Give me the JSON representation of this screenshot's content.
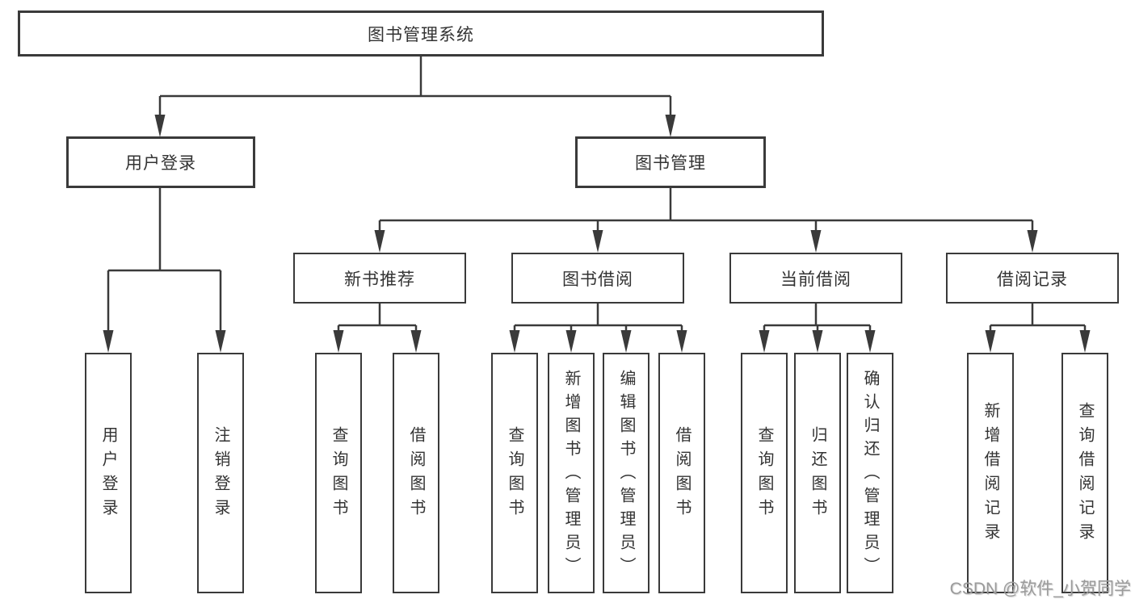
{
  "diagram": {
    "title": "图书管理系统",
    "colors": {
      "line": "#3a3a3a",
      "text": "#333333",
      "watermark": "#9b9b9b"
    },
    "tree": {
      "label": "图书管理系统",
      "children": [
        {
          "label": "用户登录",
          "children": [
            {
              "label": "用户登录"
            },
            {
              "label": "注销登录"
            }
          ]
        },
        {
          "label": "图书管理",
          "children": [
            {
              "label": "新书推荐",
              "children": [
                {
                  "label": "查询图书"
                },
                {
                  "label": "借阅图书"
                }
              ]
            },
            {
              "label": "图书借阅",
              "children": [
                {
                  "label": "查询图书"
                },
                {
                  "label": "新增图书（管理员）"
                },
                {
                  "label": "编辑图书（管理员）"
                },
                {
                  "label": "借阅图书"
                }
              ]
            },
            {
              "label": "当前借阅",
              "children": [
                {
                  "label": "查询图书"
                },
                {
                  "label": "归还图书"
                },
                {
                  "label": "确认归还（管理员）"
                }
              ]
            },
            {
              "label": "借阅记录",
              "children": [
                {
                  "label": "新增借阅记录"
                },
                {
                  "label": "查询借阅记录"
                }
              ]
            }
          ]
        }
      ]
    }
  },
  "watermark": {
    "text": "CSDN @软件_小贺同学"
  }
}
